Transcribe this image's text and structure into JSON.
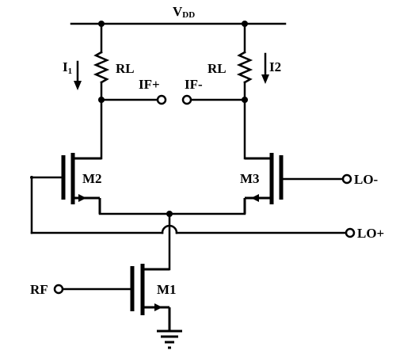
{
  "labels": {
    "vdd_main": "V",
    "vdd_sub": "DD",
    "i1_main": "I",
    "i1_sub": "1",
    "i2": "I2",
    "rl_left": "RL",
    "rl_right": "RL",
    "if_plus": "IF+",
    "if_minus": "IF-",
    "m1": "M1",
    "m2": "M2",
    "m3": "M3",
    "lo_minus": "LO-",
    "lo_plus": "LO+",
    "rf": "RF"
  },
  "icons": {
    "ground": "ground-icon",
    "resistor": "resistor-icon",
    "nmos": "nmos-transistor-icon",
    "terminal": "open-terminal-icon"
  }
}
